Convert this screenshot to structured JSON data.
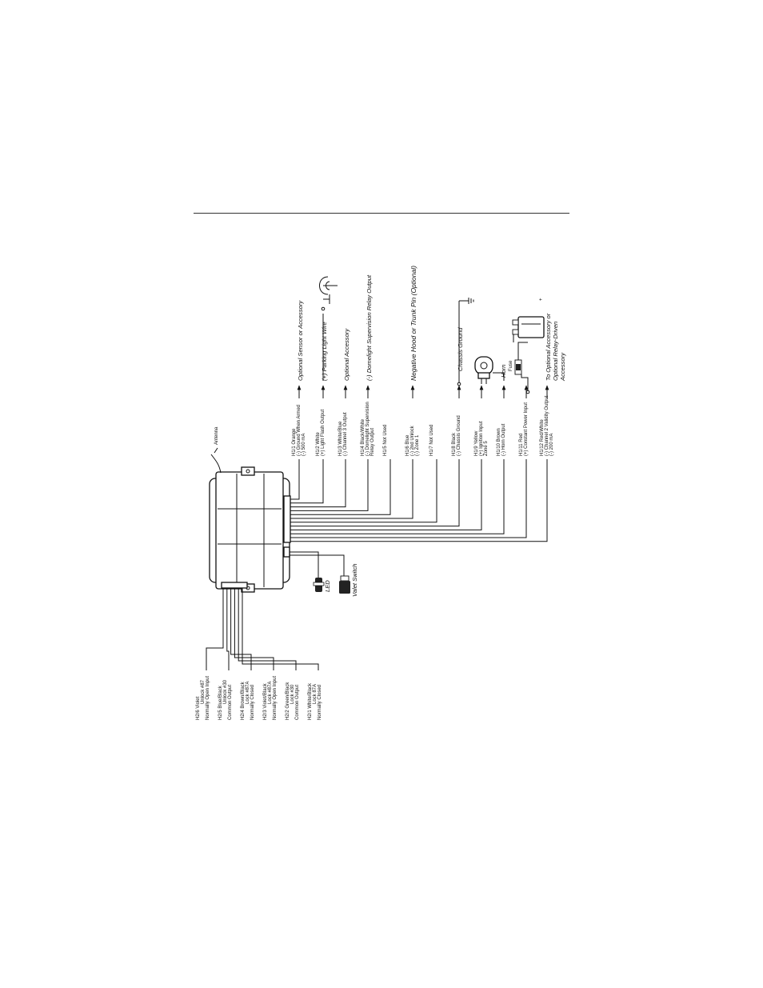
{
  "antenna": "Antenna",
  "led": "LED",
  "valet": "Valet Switch",
  "fuse": "Fuse",
  "horn": "Horn",
  "h1": [
    {
      "l1": "H1/1 Orange",
      "l2": "(-) Ground When Armed",
      "l3": "(-) 500 mA",
      "dest": "Optional Sensor or Accessory",
      "arrow": true
    },
    {
      "l1": "H1/2 White",
      "l2": "(+) Light Flash Output",
      "l3": "",
      "dest": "(+) Parking Light Wire",
      "arrow": true
    },
    {
      "l1": "H1/3 White/Blue",
      "l2": "(-) Channel 3 Output",
      "l3": "",
      "dest": "Optional Accessory",
      "arrow": true
    },
    {
      "l1": "H1/4 Black/White",
      "l2": "(-) Domelight Supervision",
      "l3": "Relay Output",
      "dest": "(-) Domelight Supervision Relay Output",
      "arrow": true
    },
    {
      "l1": "H1/5 Not Used",
      "l2": "",
      "l3": "",
      "dest": "",
      "arrow": false
    },
    {
      "l1": "H1/6 Blue",
      "l2": "(-) 2nd Unlock",
      "l3": "(-) Zone 1",
      "dest": "Negative Hood or Trunk Pin (Optional)",
      "arrow": true
    },
    {
      "l1": "H1/7 Not Used",
      "l2": "",
      "l3": "",
      "dest": "",
      "arrow": false
    },
    {
      "l1": "H1/8 Black",
      "l2": "(-) Chassis Ground",
      "l3": "",
      "dest": "Chassis Ground",
      "arrow": true
    },
    {
      "l1": "H1/9 Yellow",
      "l2": "(+) Ignition Input",
      "l3": "Zone 5",
      "dest": "",
      "arrow": true
    },
    {
      "l1": "H1/10 Brown",
      "l2": "(-) Horn Output",
      "l3": "",
      "dest": "",
      "arrow": true
    },
    {
      "l1": "H1/11 Red",
      "l2": "(+) Constant Power Input",
      "l3": "",
      "dest": "",
      "arrow": true
    },
    {
      "l1": "H1/12 Red/White",
      "l2": "(-) Channel 2 Validity Output",
      "l3": "(-) 200 mA",
      "dest": "To Optional Accessory or",
      "dest2": "Optional Relay-Driven",
      "dest3": "Accessory",
      "arrow": true
    }
  ],
  "h2": [
    {
      "l1": "H2/6 Violet",
      "l2": "Unlock #87",
      "l3": "Normally Open Input"
    },
    {
      "l1": "H2/5 Blue/Black",
      "l2": "Unlock #30",
      "l3": "Common Output"
    },
    {
      "l1": "H2/4 Brown/Black",
      "l2": "Lock #87A",
      "l3": "Normally Closed"
    },
    {
      "l1": "H2/3 Violet/Black",
      "l2": "Lock #87A",
      "l3": "Normally Open Input"
    },
    {
      "l1": "H2/2 Green/Black",
      "l2": "Lock #30",
      "l3": "Common Output"
    },
    {
      "l1": "H2/1 White/Black",
      "l2": "Lock 87A",
      "l3": "Normally Closed"
    }
  ]
}
